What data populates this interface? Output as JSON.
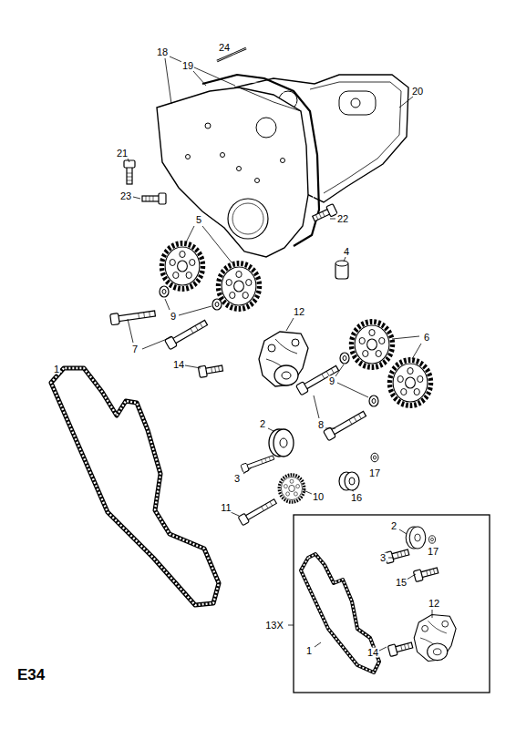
{
  "diagram": {
    "labels": [
      "18",
      "24",
      "19",
      "20",
      "21",
      "23",
      "5",
      "22",
      "4",
      "9",
      "12",
      "7",
      "6",
      "14",
      "1",
      "9",
      "8",
      "2",
      "3",
      "10",
      "17",
      "16",
      "11",
      "2",
      "17",
      "3",
      "15",
      "12",
      "13X",
      "1",
      "14",
      "E34"
    ]
  }
}
